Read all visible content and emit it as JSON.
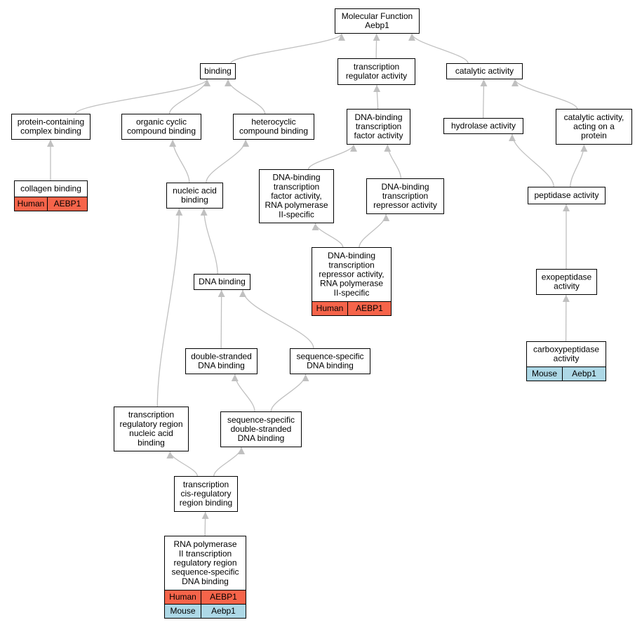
{
  "title": [
    "Molecular Function",
    "Aebp1"
  ],
  "colors": {
    "human": "#f6644a",
    "mouse": "#add8e6",
    "edge": "#c0c0c0",
    "node_border": "#000000"
  },
  "nodes": {
    "root": {
      "lines": [
        "Molecular Function",
        "Aebp1"
      ]
    },
    "binding": {
      "lines": [
        "binding"
      ]
    },
    "tra": {
      "lines": [
        "transcription",
        "regulator activity"
      ]
    },
    "cat": {
      "lines": [
        "catalytic activity"
      ]
    },
    "pcb": {
      "lines": [
        "protein-containing",
        "complex binding"
      ]
    },
    "occ": {
      "lines": [
        "organic cyclic",
        "compound binding"
      ]
    },
    "het": {
      "lines": [
        "heterocyclic",
        "compound binding"
      ]
    },
    "dbtfa": {
      "lines": [
        "DNA-binding",
        "transcription",
        "factor activity"
      ]
    },
    "hyd": {
      "lines": [
        "hydrolase activity"
      ]
    },
    "catp": {
      "lines": [
        "catalytic activity,",
        "acting on a",
        "protein"
      ]
    },
    "col": {
      "lines": [
        "collagen binding"
      ],
      "tags": [
        [
          "Human",
          "AEBP1"
        ]
      ]
    },
    "nab": {
      "lines": [
        "nucleic acid",
        "binding"
      ]
    },
    "dbpol": {
      "lines": [
        "DNA-binding",
        "transcription",
        "factor activity,",
        "RNA polymerase",
        "II-specific"
      ]
    },
    "dbrep": {
      "lines": [
        "DNA-binding",
        "transcription",
        "repressor activity"
      ]
    },
    "pep": {
      "lines": [
        "peptidase activity"
      ]
    },
    "dbreppol": {
      "lines": [
        "DNA-binding",
        "transcription",
        "repressor activity,",
        "RNA polymerase",
        "II-specific"
      ],
      "tags": [
        [
          "Human",
          "AEBP1"
        ]
      ]
    },
    "dna": {
      "lines": [
        "DNA binding"
      ]
    },
    "exo": {
      "lines": [
        "exopeptidase",
        "activity"
      ]
    },
    "dsd": {
      "lines": [
        "double-stranded",
        "DNA binding"
      ]
    },
    "ssd": {
      "lines": [
        "sequence-specific",
        "DNA binding"
      ]
    },
    "carb": {
      "lines": [
        "carboxypeptidase",
        "activity"
      ],
      "tags": [
        [
          "Mouse",
          "Aebp1"
        ]
      ]
    },
    "trr": {
      "lines": [
        "transcription",
        "regulatory region",
        "nucleic acid",
        "binding"
      ]
    },
    "ssds": {
      "lines": [
        "sequence-specific",
        "double-stranded",
        "DNA binding"
      ]
    },
    "tcis": {
      "lines": [
        "transcription",
        "cis-regulatory",
        "region binding"
      ]
    },
    "rnap": {
      "lines": [
        "RNA polymerase",
        "II transcription",
        "regulatory region",
        "sequence-specific",
        "DNA binding"
      ],
      "tags": [
        [
          "Human",
          "AEBP1"
        ],
        [
          "Mouse",
          "Aebp1"
        ]
      ]
    }
  },
  "edges": [
    [
      "binding",
      "root"
    ],
    [
      "tra",
      "root"
    ],
    [
      "cat",
      "root"
    ],
    [
      "pcb",
      "binding"
    ],
    [
      "occ",
      "binding"
    ],
    [
      "het",
      "binding"
    ],
    [
      "dbtfa",
      "tra"
    ],
    [
      "hyd",
      "cat"
    ],
    [
      "catp",
      "cat"
    ],
    [
      "col",
      "pcb"
    ],
    [
      "nab",
      "occ"
    ],
    [
      "nab",
      "het"
    ],
    [
      "dbpol",
      "dbtfa"
    ],
    [
      "dbrep",
      "dbtfa"
    ],
    [
      "pep",
      "hyd"
    ],
    [
      "pep",
      "catp"
    ],
    [
      "dbreppol",
      "dbpol"
    ],
    [
      "dbreppol",
      "dbrep"
    ],
    [
      "dna",
      "nab"
    ],
    [
      "exo",
      "pep"
    ],
    [
      "dsd",
      "dna"
    ],
    [
      "ssd",
      "dna"
    ],
    [
      "carb",
      "exo"
    ],
    [
      "trr",
      "nab"
    ],
    [
      "ssds",
      "dsd"
    ],
    [
      "ssds",
      "ssd"
    ],
    [
      "tcis",
      "trr"
    ],
    [
      "tcis",
      "ssds"
    ],
    [
      "rnap",
      "tcis"
    ]
  ]
}
